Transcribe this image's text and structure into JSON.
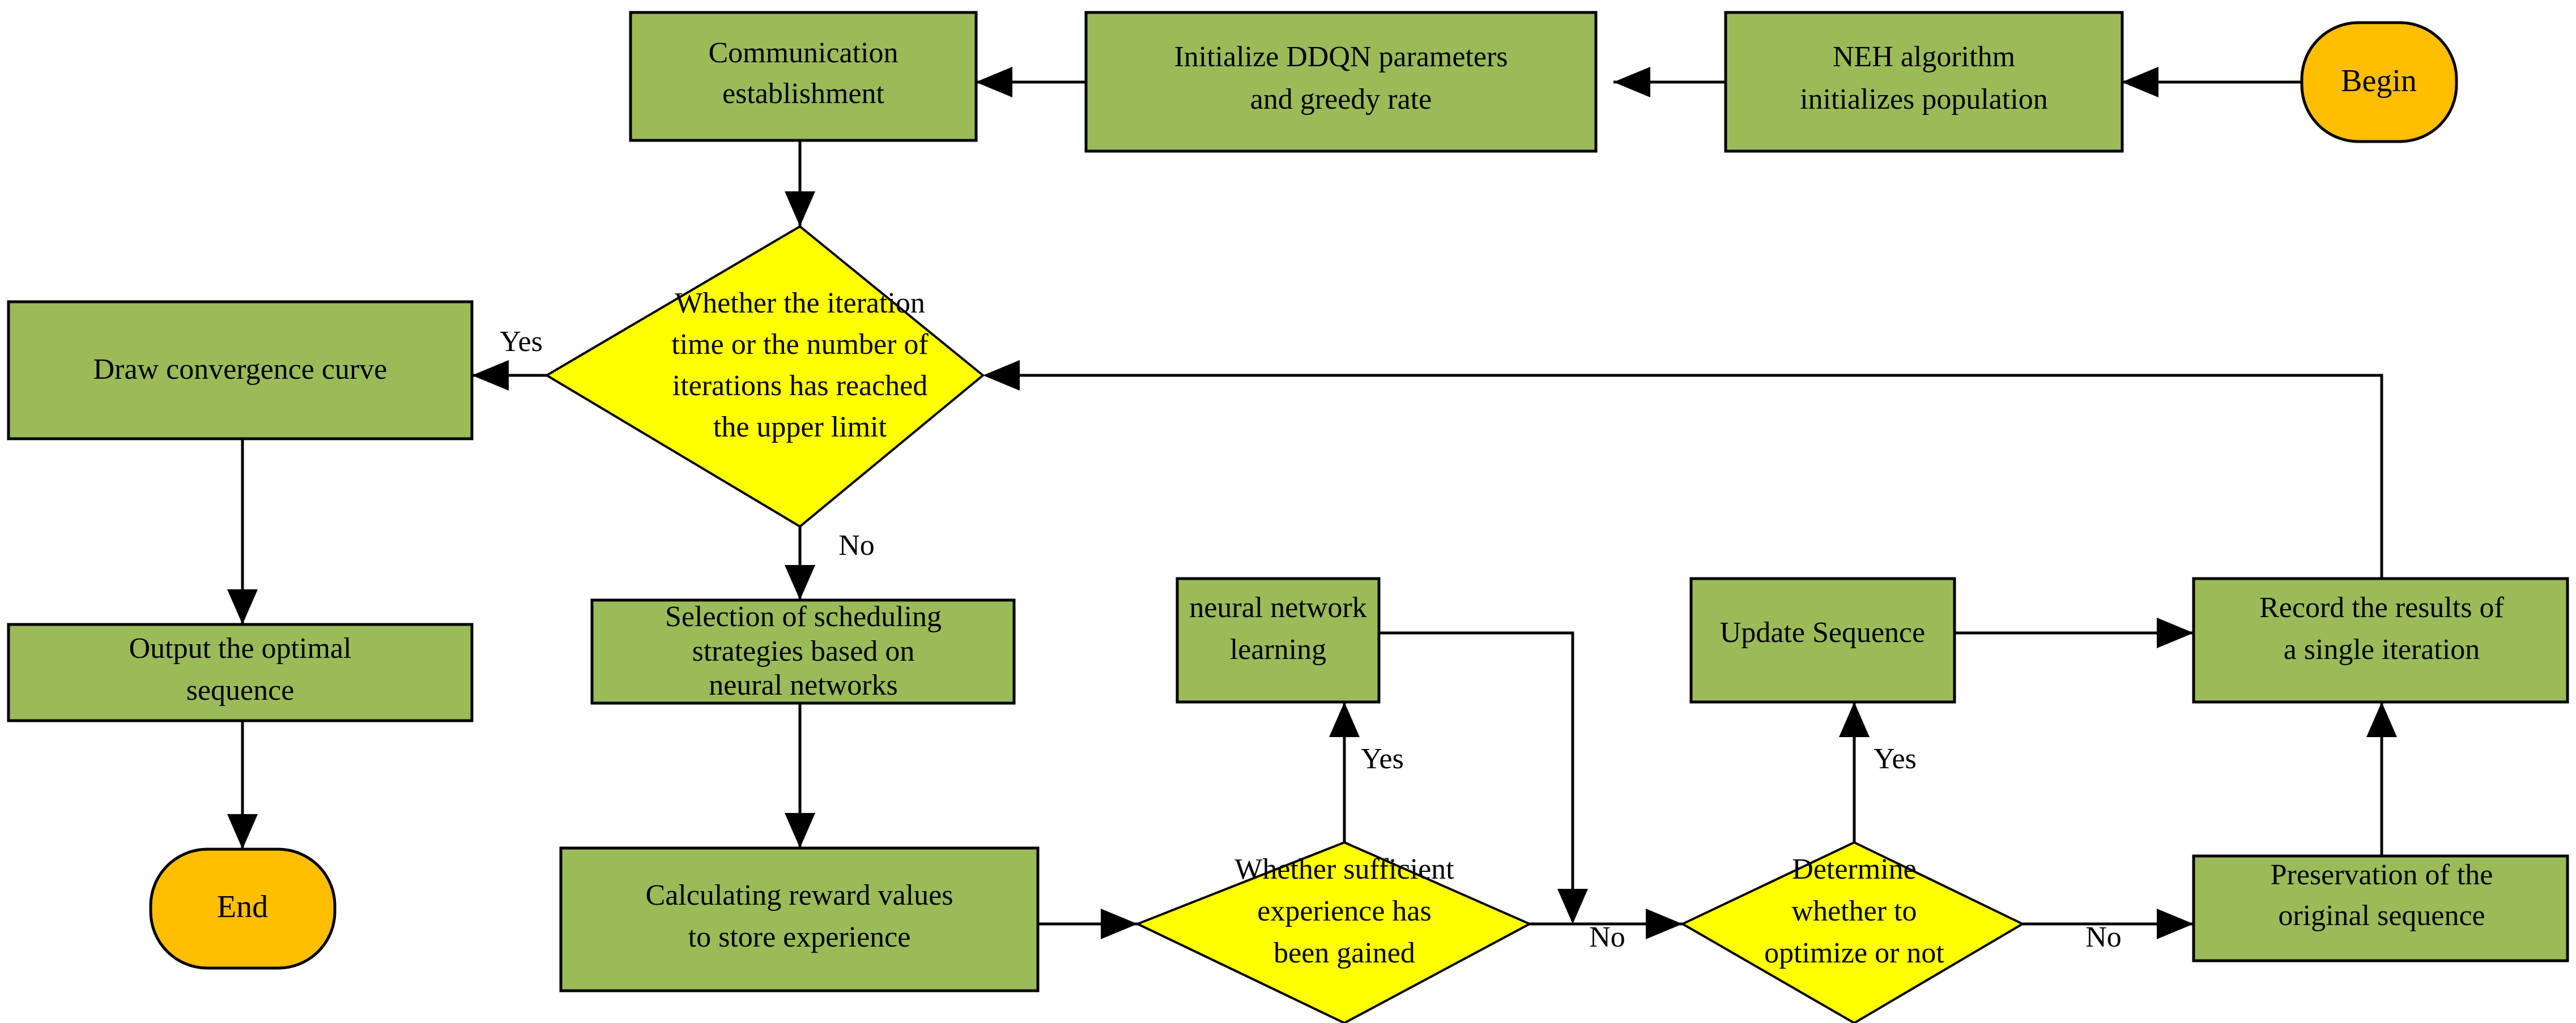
{
  "diagram": {
    "title": "DDQN scheduling algorithm flowchart",
    "colors": {
      "process_fill": "#9bbb59",
      "terminator_fill": "#ffbf00",
      "decision_fill": "#ffff00",
      "stroke": "#000000",
      "background": "#ffffff"
    },
    "nodes": [
      {
        "id": "begin",
        "type": "terminator",
        "label": "Begin"
      },
      {
        "id": "neh",
        "type": "process",
        "label_line1": "NEH algorithm",
        "label_line2": "initializes population"
      },
      {
        "id": "init_ddqn",
        "type": "process",
        "label_line1": "Initialize DDQN parameters",
        "label_line2": "and greedy rate"
      },
      {
        "id": "comm",
        "type": "process",
        "label_line1": "Communication",
        "label_line2": "establishment"
      },
      {
        "id": "iter_check",
        "type": "decision",
        "label_line1": "Whether the iteration",
        "label_line2": "time or the number of",
        "label_line3": "iterations has reached",
        "label_line4": "the upper limit"
      },
      {
        "id": "draw_curve",
        "type": "process",
        "label_line1": "Draw convergence curve"
      },
      {
        "id": "output_seq",
        "type": "process",
        "label_line1": "Output the optimal",
        "label_line2": "sequence"
      },
      {
        "id": "end",
        "type": "terminator",
        "label": "End"
      },
      {
        "id": "select_sched",
        "type": "process",
        "label_line1": "Selection of scheduling",
        "label_line2": "strategies based on",
        "label_line3": "neural networks"
      },
      {
        "id": "calc_reward",
        "type": "process",
        "label_line1": "Calculating reward values",
        "label_line2": "to store experience"
      },
      {
        "id": "exp_check",
        "type": "decision",
        "label_line1": "Whether sufficient",
        "label_line2": "experience has",
        "label_line3": "been gained"
      },
      {
        "id": "nn_learn",
        "type": "process",
        "label_line1": "neural network",
        "label_line2": "learning"
      },
      {
        "id": "opt_check",
        "type": "decision",
        "label_line1": "Determine",
        "label_line2": "whether to",
        "label_line3": "optimize or not"
      },
      {
        "id": "update_seq",
        "type": "process",
        "label_line1": "Update Sequence"
      },
      {
        "id": "preserve_seq",
        "type": "process",
        "label_line1": "Preservation of the",
        "label_line2": "original sequence"
      },
      {
        "id": "record_res",
        "type": "process",
        "label_line1": "Record the results of",
        "label_line2": "a single iteration"
      }
    ],
    "edge_labels": [
      {
        "id": "yes-iteration",
        "text": "Yes",
        "from": "iter_check",
        "to": "draw_curve"
      },
      {
        "id": "no-iteration",
        "text": "No",
        "from": "iter_check",
        "to": "select_sched"
      },
      {
        "id": "yes-experience",
        "text": "Yes",
        "from": "exp_check",
        "to": "nn_learn"
      },
      {
        "id": "no-experience",
        "text": "No",
        "from": "exp_check",
        "to": "opt_check"
      },
      {
        "id": "yes-optimize",
        "text": "Yes",
        "from": "opt_check",
        "to": "update_seq"
      },
      {
        "id": "no-optimize",
        "text": "No",
        "from": "opt_check",
        "to": "preserve_seq"
      }
    ]
  }
}
